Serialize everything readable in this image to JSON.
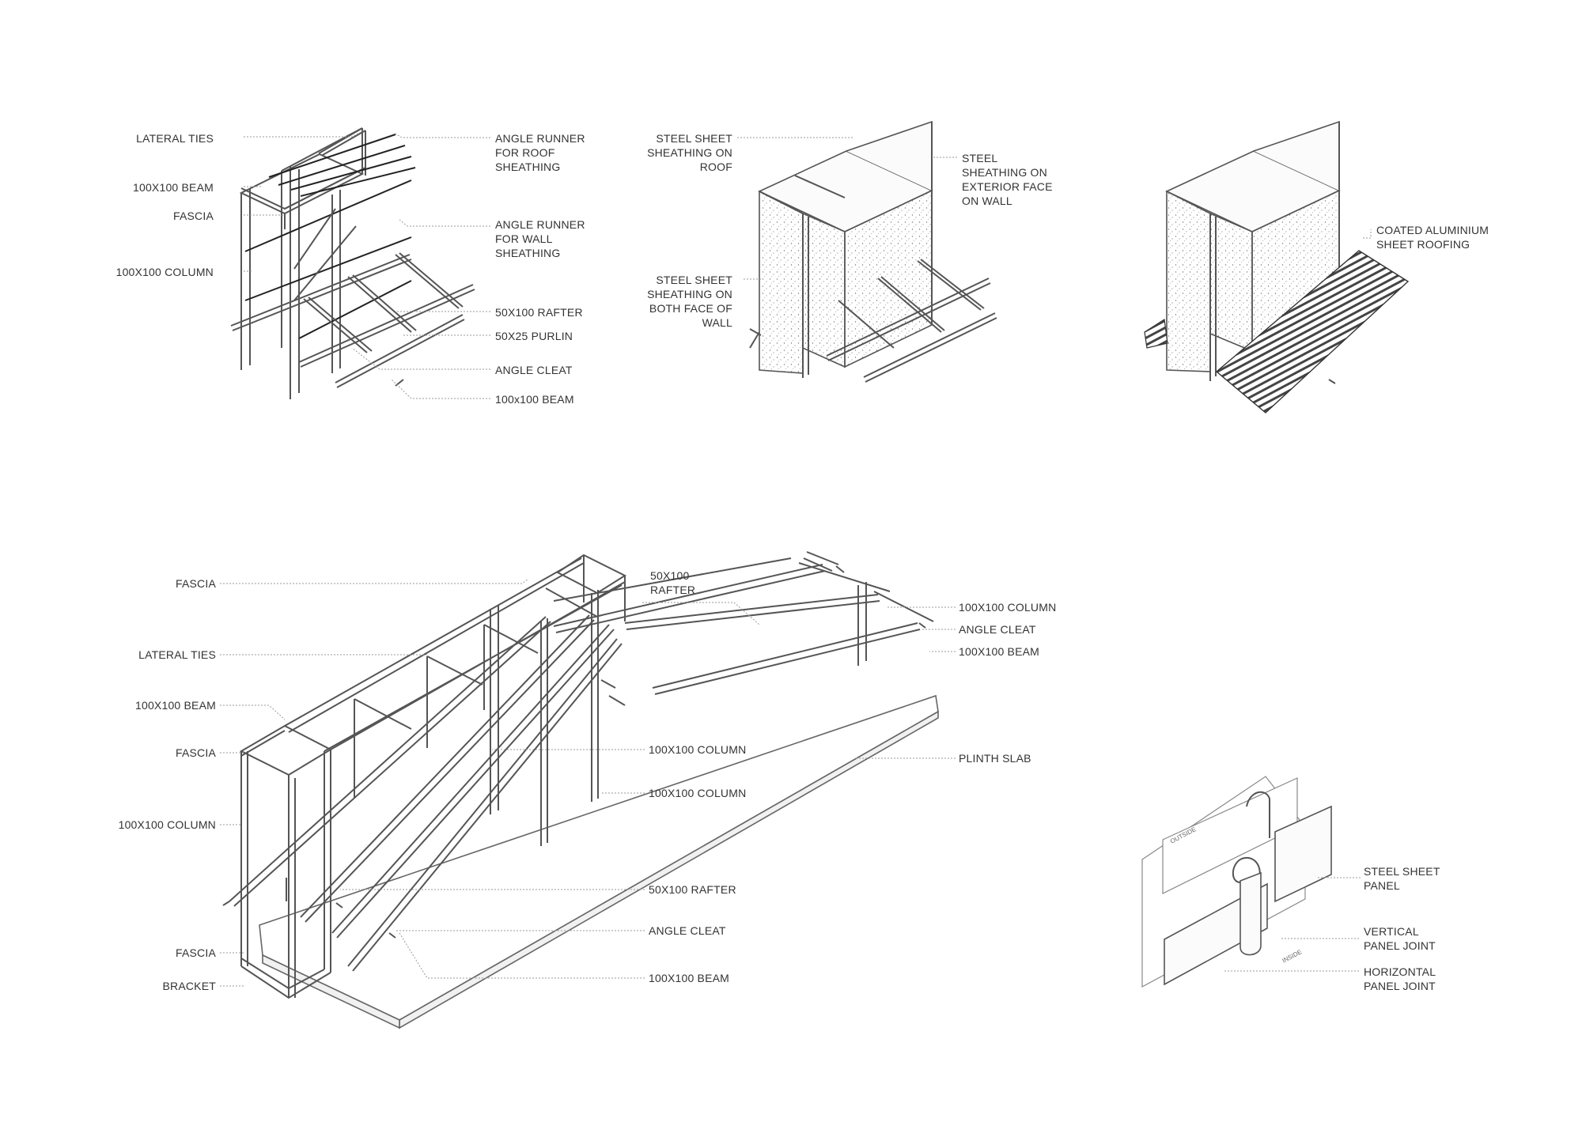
{
  "drawing_1": {
    "left_labels": [
      "LATERAL TIES",
      "100X100 BEAM",
      "FASCIA",
      "100X100 COLUMN"
    ],
    "right_labels": [
      [
        "ANGLE RUNNER",
        "FOR ROOF",
        "SHEATHING"
      ],
      [
        "ANGLE RUNNER",
        "FOR WALL",
        "SHEATHING"
      ],
      [
        "50X100 RAFTER"
      ],
      [
        "50X25 PURLIN"
      ],
      [
        "ANGLE CLEAT"
      ],
      [
        "100x100 BEAM"
      ]
    ]
  },
  "drawing_2": {
    "left_labels": [
      [
        "STEEL SHEET",
        "SHEATHING ON",
        "ROOF"
      ],
      [
        "STEEL SHEET",
        "SHEATHING ON",
        "BOTH FACE OF",
        "WALL"
      ]
    ],
    "right_labels": [
      [
        "STEEL",
        "SHEATHING ON",
        "EXTERIOR FACE",
        "ON WALL"
      ]
    ]
  },
  "drawing_3": {
    "right_labels": [
      [
        "COATED ALUMINIUM",
        "SHEET ROOFING"
      ]
    ]
  },
  "drawing_4": {
    "left_labels": [
      "FASCIA",
      "LATERAL TIES",
      "100X100 BEAM",
      "FASCIA",
      "100X100 COLUMN",
      "FASCIA",
      "BRACKET"
    ],
    "top_label": [
      "50X100",
      "RAFTER"
    ],
    "right_labels": [
      "100X100 COLUMN",
      "ANGLE CLEAT",
      "100X100 BEAM",
      "PLINTH SLAB"
    ],
    "middle_labels": [
      "100X100 COLUMN",
      "100X100 COLUMN",
      "50X100 RAFTER",
      "ANGLE CLEAT",
      "100X100 BEAM"
    ]
  },
  "drawing_5": {
    "labels": [
      [
        "STEEL SHEET",
        "PANEL"
      ],
      [
        "VERTICAL",
        "PANEL JOINT"
      ],
      [
        "HORIZONTAL",
        "PANEL JOINT"
      ]
    ],
    "small_labels": [
      "OUTSIDE",
      "INSIDE"
    ]
  }
}
